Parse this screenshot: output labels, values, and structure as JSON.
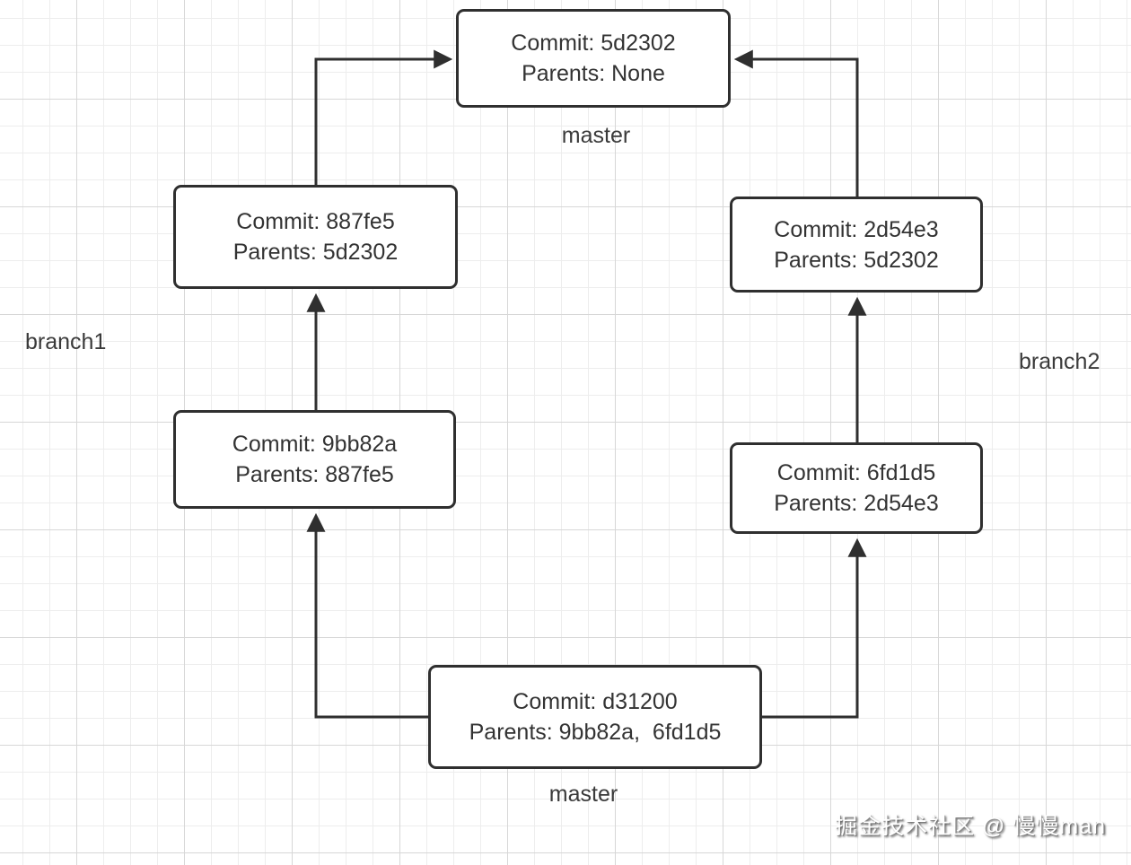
{
  "diagram": {
    "nodes": [
      {
        "id": "5d2302",
        "line1": "Commit: 5d2302",
        "line2": "Parents: None"
      },
      {
        "id": "887fe5",
        "line1": "Commit: 887fe5",
        "line2": "Parents: 5d2302"
      },
      {
        "id": "2d54e3",
        "line1": "Commit: 2d54e3",
        "line2": "Parents: 5d2302"
      },
      {
        "id": "9bb82a",
        "line1": "Commit: 9bb82a",
        "line2": "Parents: 887fe5"
      },
      {
        "id": "6fd1d5",
        "line1": "Commit: 6fd1d5",
        "line2": "Parents: 2d54e3"
      },
      {
        "id": "d31200",
        "line1": "Commit: d31200",
        "line2": "Parents: 9bb82a,  6fd1d5"
      }
    ],
    "labels": {
      "master_top": "master",
      "master_bottom": "master",
      "branch1": "branch1",
      "branch2": "branch2"
    },
    "colors": {
      "stroke": "#2f2f2f",
      "node_fill": "#ffffff",
      "text": "#333333",
      "grid_minor": "#ededed",
      "grid_major": "#d7d7d7"
    }
  },
  "watermark": {
    "text": "掘金技术社区 @ 慢慢man"
  }
}
